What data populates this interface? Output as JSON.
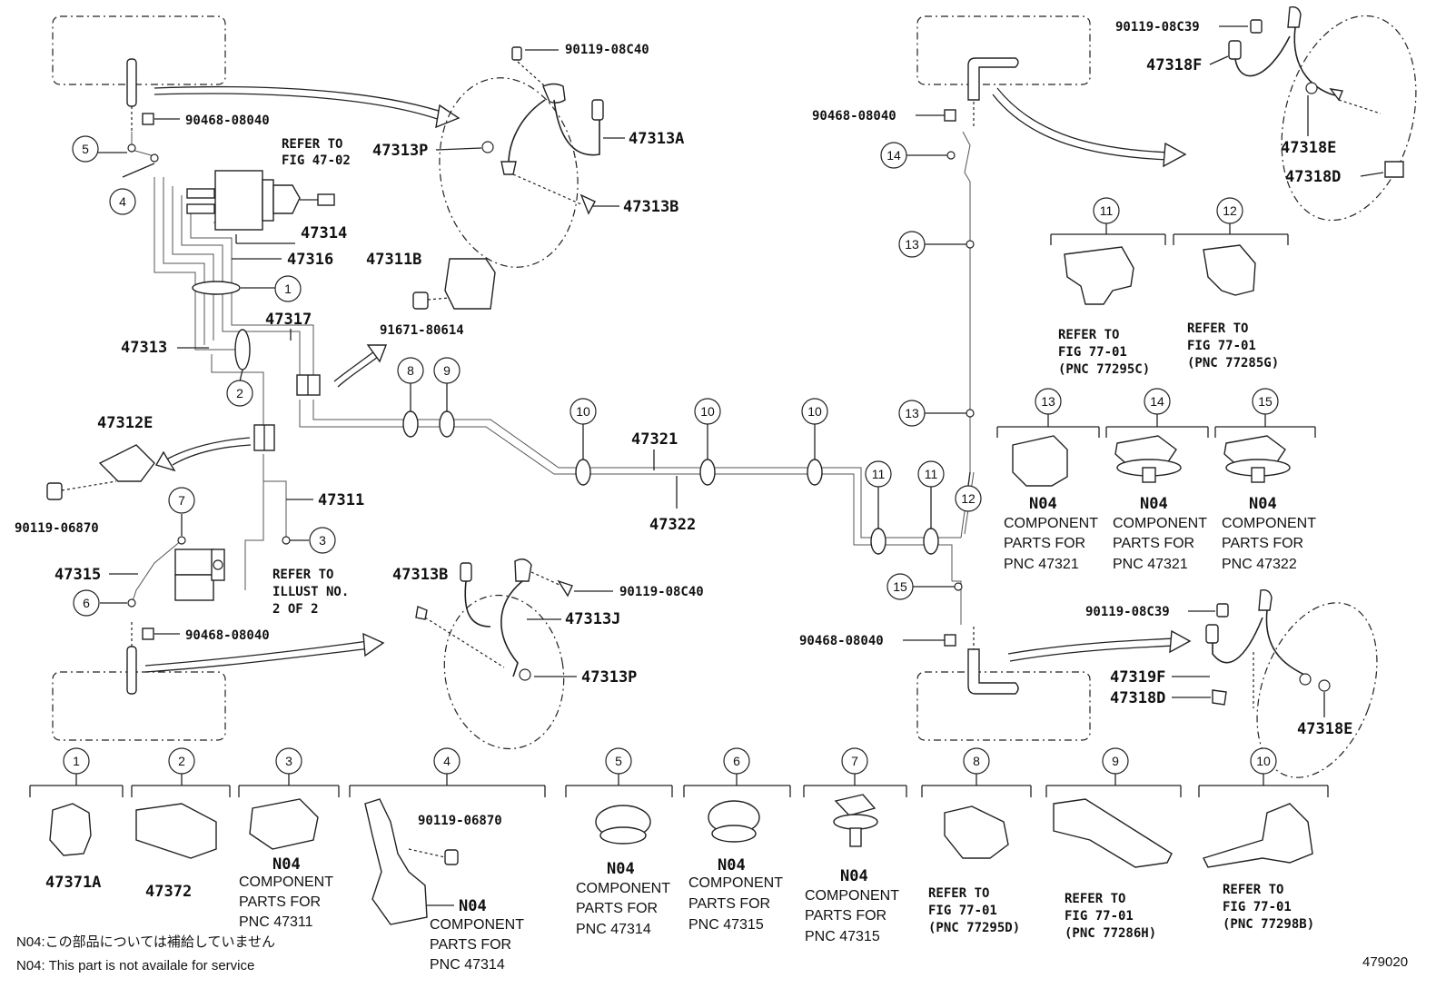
{
  "diagram_id": "479020",
  "parts": {
    "p47313": "47313",
    "p47313A": "47313A",
    "p47313B_top": "47313B",
    "p47313B_bot": "47313B",
    "p47313P_top": "47313P",
    "p47313P_bot": "47313P",
    "p47313J": "47313J",
    "p47314": "47314",
    "p47316": "47316",
    "p47317": "47317",
    "p47311": "47311",
    "p47311B": "47311B",
    "p47312E": "47312E",
    "p47315": "47315",
    "p47321": "47321",
    "p47322": "47322",
    "p47318F": "47318F",
    "p47318E_top": "47318E",
    "p47318D_top": "47318D",
    "p47319F": "47319F",
    "p47318D_bot": "47318D",
    "p47318E_bot": "47318E",
    "p47371A": "47371A",
    "p47372": "47372"
  },
  "fasteners": {
    "f90119_08C40_top": "90119-08C40",
    "f90119_08C40_bot": "90119-08C40",
    "f90119_08C39_top": "90119-08C39",
    "f90119_08C39_bot": "90119-08C39",
    "f90468_08040_a": "90468-08040",
    "f90468_08040_b": "90468-08040",
    "f90468_08040_c": "90468-08040",
    "f90468_08040_d": "90468-08040",
    "f91671_80614": "91671-80614",
    "f90119_06870_a": "90119-06870",
    "f90119_06870_b": "90119-06870"
  },
  "refs": {
    "refer_to": "REFER TO",
    "fig_47_02": "FIG 47-02",
    "fig_77_01": "FIG 77-01",
    "illust_no": "ILLUST NO.",
    "two_of_two": "2 OF 2",
    "pnc_77295C": "(PNC 77295C)",
    "pnc_77285G": "(PNC 77285G)",
    "pnc_77295D": "(PNC 77295D)",
    "pnc_77286H": "(PNC 77286H)",
    "pnc_77298B": "(PNC 77298B)"
  },
  "component": {
    "n04": "N04",
    "line1": "COMPONENT",
    "line2": "PARTS FOR",
    "pnc_47311": "PNC 47311",
    "pnc_47314": "PNC 47314",
    "pnc_47315": "PNC 47315",
    "pnc_47321": "PNC 47321",
    "pnc_47322": "PNC 47322"
  },
  "callouts": [
    "1",
    "2",
    "3",
    "4",
    "5",
    "6",
    "7",
    "8",
    "9",
    "10",
    "11",
    "12",
    "13",
    "14",
    "15"
  ],
  "notes": {
    "jp": "N04:この部品については補給していません",
    "en": "N04: This part is not availale for service"
  }
}
